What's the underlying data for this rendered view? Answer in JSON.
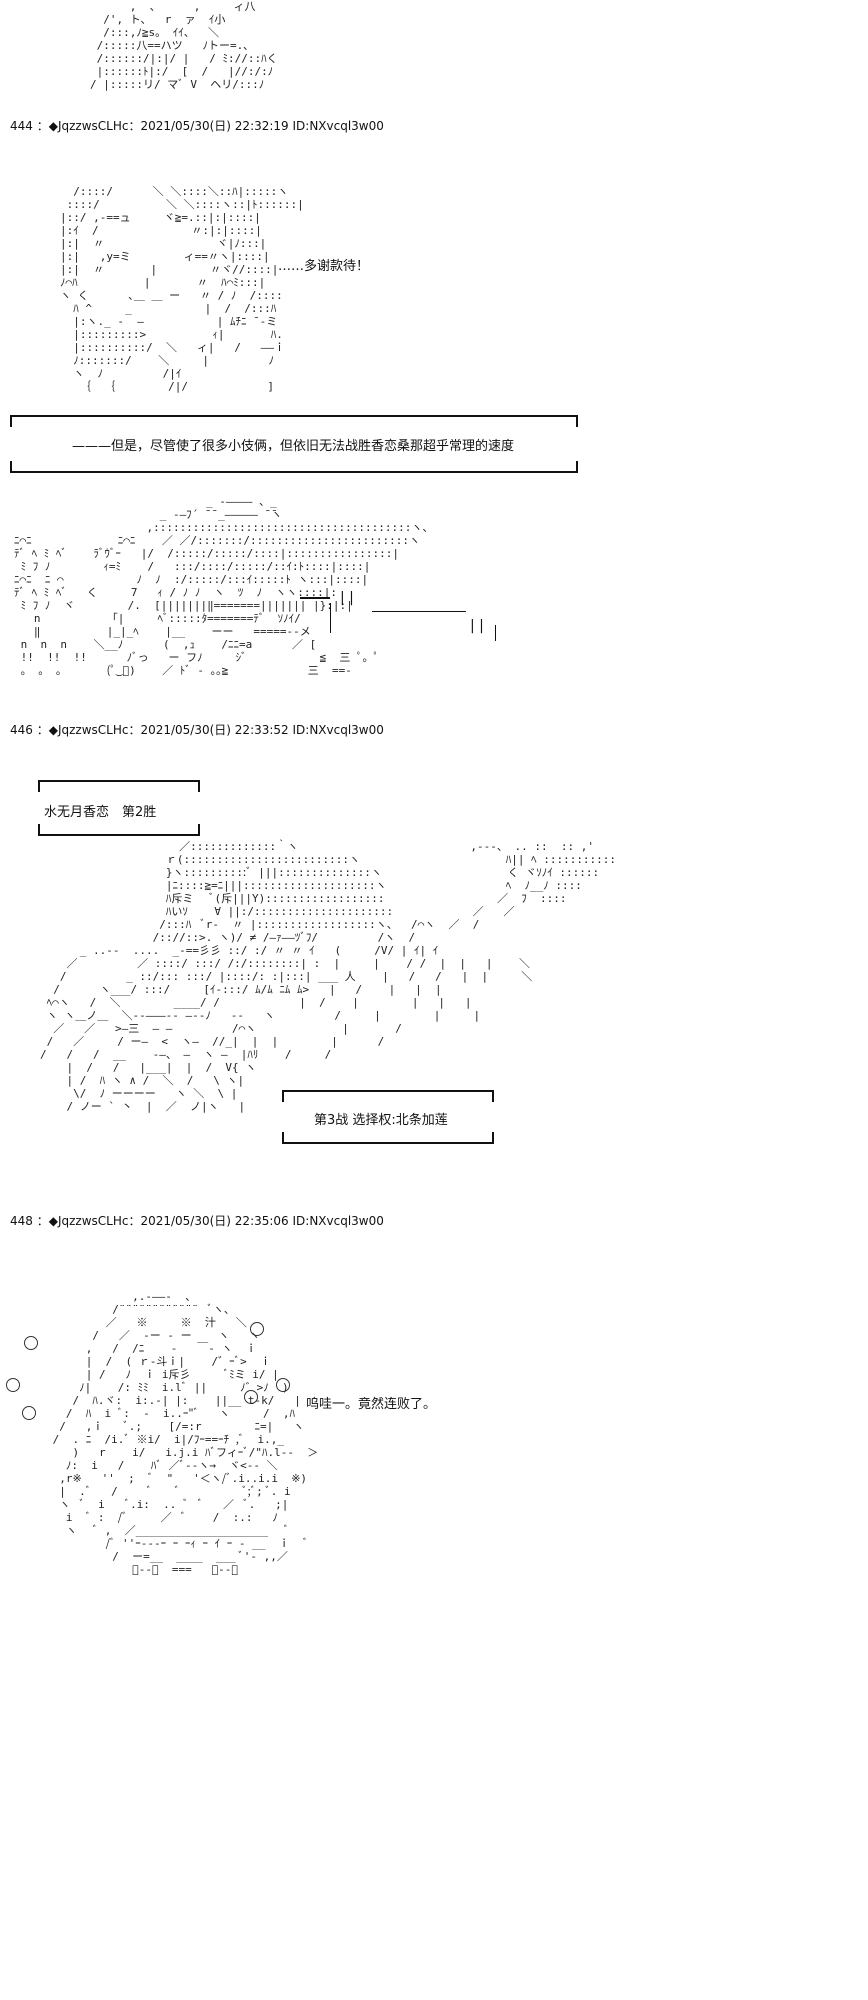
{
  "posts": [
    {
      "header": "444 ：◆JqzzwsCLHc：2021/05/30(日) 22:32:19 ID:NXvcql3w00",
      "speech": "……多谢款待！",
      "narration": "———但是，尽管使了很多小伎俩，但依旧无法战胜香恋桑那超乎常理的速度"
    },
    {
      "header": "446 ：◆JqzzwsCLHc：2021/05/30(日) 22:33:52 ID:NXvcql3w00",
      "result": "水无月香恋　第2胜",
      "battle_info": "第3战  选择权:北条加莲"
    },
    {
      "header": "448 ：◆JqzzwsCLHc：2021/05/30(日) 22:35:06 ID:NXvcql3w00",
      "speech": "呜哇一。竟然连败了。"
    }
  ]
}
